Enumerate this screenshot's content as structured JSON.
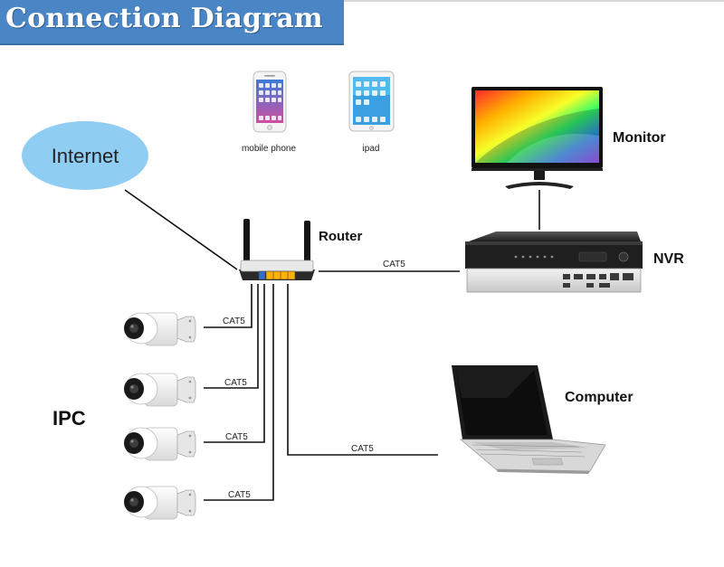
{
  "header": {
    "title": "Connection Diagram"
  },
  "nodes": {
    "internet": "Internet",
    "mobile_phone": "mobile phone",
    "ipad": "ipad",
    "monitor": "Monitor",
    "router": "Router",
    "nvr": "NVR",
    "computer": "Computer",
    "ipc": "IPC"
  },
  "links": {
    "router_nvr": "CAT5",
    "camera_1": "CAT5",
    "camera_2": "CAT5",
    "camera_3": "CAT5",
    "camera_4": "CAT5",
    "router_computer": "CAT5"
  },
  "colors": {
    "header_bg": "#4a86c5",
    "internet_cloud": "#8fcdf2",
    "line": "#111111"
  }
}
